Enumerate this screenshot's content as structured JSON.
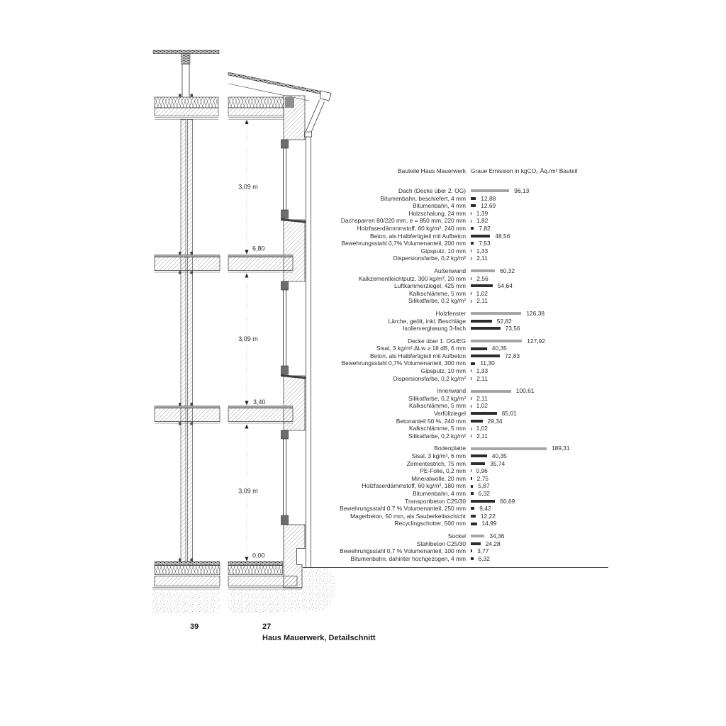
{
  "drawing": {
    "labels": [
      "3,09 m",
      "6,80",
      "3,09 m",
      "3,40",
      "3,09 m",
      "0,00"
    ]
  },
  "caption": {
    "left_number": "39",
    "right_number": "27",
    "title": "Haus Mauerwerk, Detailschnitt"
  },
  "chart_data": {
    "type": "bar",
    "orientation": "horizontal",
    "label_header": "Bauteile Haus Mauerwerk",
    "unit_header": "Graue Emission in kgCO₂ Äq./m² Bauteil",
    "legend_position": "none",
    "grid": false,
    "xlim": [
      0,
      200
    ],
    "colors": {
      "group_bar": "#a6a6a6",
      "item_bar": "#2d2d2d"
    },
    "groups": [
      {
        "name": "Dach (Decke über 2. OG)",
        "value": "96,13",
        "items": [
          {
            "label": "Bitumenbahn, beschiefert, 4 mm",
            "value": "12,88"
          },
          {
            "label": "Bitumenbahn, 4 mm",
            "value": "12,69"
          },
          {
            "label": "Holzschalung, 24 mm",
            "value": "1,39"
          },
          {
            "label": "Dachsparren 80/220 mm, e = 850 mm, 220 mm",
            "value": "1,82"
          },
          {
            "label": "Holzfaserdämmmstoff, 60 kg/m³, 240 mm",
            "value": "7,82"
          },
          {
            "label": "Beton, als Halbfertigteil mit Aufbeton",
            "value": "48,56"
          },
          {
            "label": "Bewehrungsstahl 0,7% Volumenanteil, 200 mm",
            "value": "7,53"
          },
          {
            "label": "Gipsputz, 10 mm",
            "value": "1,33"
          },
          {
            "label": "Dispersionsfarbe, 0,2 kg/m²",
            "value": "2,11"
          }
        ]
      },
      {
        "name": "Außenwand",
        "value": "60,32",
        "items": [
          {
            "label": "Kalkzementleichtputz, 300 kg/m³, 20 mm",
            "value": "2,56"
          },
          {
            "label": "Luftkammerziegel, 425 mm",
            "value": "54,64"
          },
          {
            "label": "Kalkschlämme, 5 mm",
            "value": "1,02"
          },
          {
            "label": "Silikatfarbe, 0,2 kg/m²",
            "value": "2,11"
          }
        ]
      },
      {
        "name": "Holzfenster",
        "value": "126,38",
        "items": [
          {
            "label": "Lärche, geölt, inkl. Beschläge",
            "value": "52,82"
          },
          {
            "label": "Isolierverglasung 3-fach",
            "value": "73,56"
          }
        ]
      },
      {
        "name": "Decke über 1. OG/EG",
        "value": "127,92",
        "items": [
          {
            "label": "Sisal, 3 kg/m² ΔLw ≥ 18 dB, 6 mm",
            "value": "40,35"
          },
          {
            "label": "Beton, als Halbfertigteil mit Aufbeton",
            "value": "72,83"
          },
          {
            "label": "Bewehrungsstahl 0,7% Volumenanteil, 300 mm",
            "value": "11,30"
          },
          {
            "label": "Gipsputz, 10 mm",
            "value": "1,33"
          },
          {
            "label": "Dispersionsfarbe, 0,2 kg/m²",
            "value": "2,11"
          }
        ]
      },
      {
        "name": "Innenwand",
        "value": "100,61",
        "items": [
          {
            "label": "Silikatfarbe, 0,2 kg/m²",
            "value": "2,11"
          },
          {
            "label": "Kalkschlämme, 5 mm",
            "value": "1,02"
          },
          {
            "label": "Verfüllziegel",
            "value": "65,01"
          },
          {
            "label": "Betonanteil 50 %, 240 mm",
            "value": "29,34"
          },
          {
            "label": "Kalkschlämme, 5 mm",
            "value": "1,02"
          },
          {
            "label": "Silikatfarbe, 0,2 kg/m²",
            "value": "2,11"
          }
        ]
      },
      {
        "name": "Bodenplatte",
        "value": "189,31",
        "items": [
          {
            "label": "Sisal, 3 kg/m², 6 mm",
            "value": "40,35"
          },
          {
            "label": "Zementestrich, 75 mm",
            "value": "35,74"
          },
          {
            "label": "PE-Folie, 0,2 mm",
            "value": "0,96"
          },
          {
            "label": "Mineralwolle, 20 mm",
            "value": "2,75"
          },
          {
            "label": "Holzfaserdämmstoff, 60 kg/m³, 180 mm",
            "value": "5,87"
          },
          {
            "label": "Bitumenbahn, 4 mm",
            "value": "6,32"
          },
          {
            "label": "Transportbeton C25/30",
            "value": "60,69"
          },
          {
            "label": "Bewehrungsstahl 0,7 % Volumenanteil, 250 mm",
            "value": "9,42"
          },
          {
            "label": "Magerbeton, 50 mm, als Sauberkeitsschicht",
            "value": "12,22"
          },
          {
            "label": "Recyclingschotter, 500 mm",
            "value": "14,99"
          }
        ]
      },
      {
        "name": "Sockel",
        "value": "34,36",
        "items": [
          {
            "label": "Stahlbeton C25/30",
            "value": "24,28"
          },
          {
            "label": "Bewehrungsstahl 0,7 % Volumenanteil, 100 mm",
            "value": "3,77"
          },
          {
            "label": "Bitumenbahn, dahinter hochgezogen, 4 mm",
            "value": "6,32"
          }
        ]
      }
    ]
  }
}
